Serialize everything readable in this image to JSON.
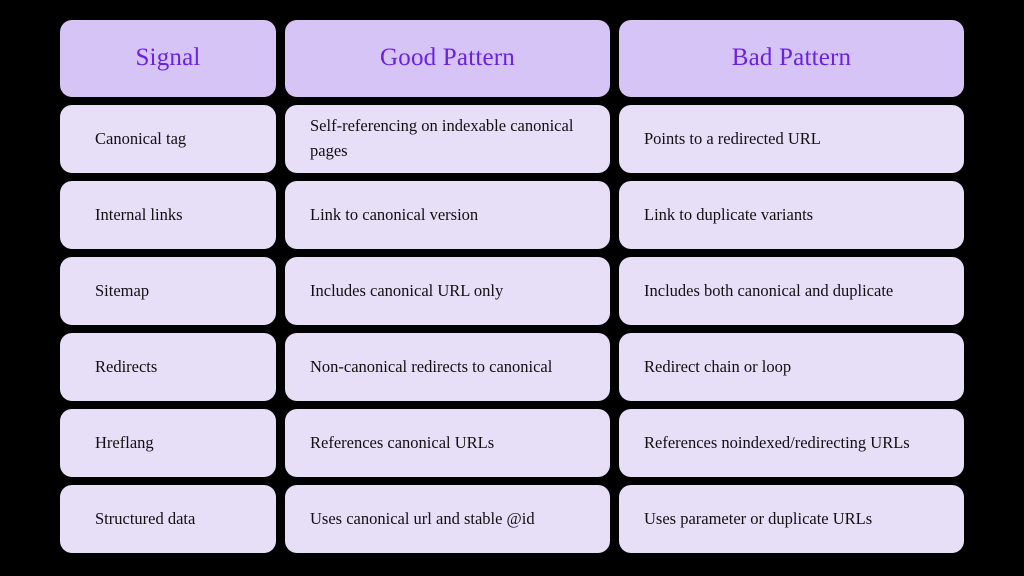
{
  "table": {
    "columns": [
      {
        "key": "signal",
        "label": "Signal"
      },
      {
        "key": "good",
        "label": "Good Pattern"
      },
      {
        "key": "bad",
        "label": "Bad Pattern"
      }
    ],
    "rows": [
      {
        "signal": "Canonical tag",
        "good": "Self-referencing on indexable canonical pages",
        "bad": "Points to a redirected URL"
      },
      {
        "signal": "Internal links",
        "good": "Link to canonical version",
        "bad": "Link to duplicate variants"
      },
      {
        "signal": "Sitemap",
        "good": "Includes canonical URL only",
        "bad": "Includes both canonical and duplicate"
      },
      {
        "signal": "Redirects",
        "good": "Non-canonical redirects to canonical",
        "bad": "Redirect chain or loop"
      },
      {
        "signal": "Hreflang",
        "good": "References canonical URLs",
        "bad": "References noindexed/redirecting URLs"
      },
      {
        "signal": "Structured data",
        "good": "Uses canonical url and stable @id",
        "bad": "Uses parameter or duplicate URLs"
      }
    ]
  },
  "colors": {
    "background": "#000000",
    "header_cell": "#D6C4F6",
    "body_cell": "#E7DEF8",
    "header_text": "#6A22E0",
    "body_text": "#111111"
  }
}
